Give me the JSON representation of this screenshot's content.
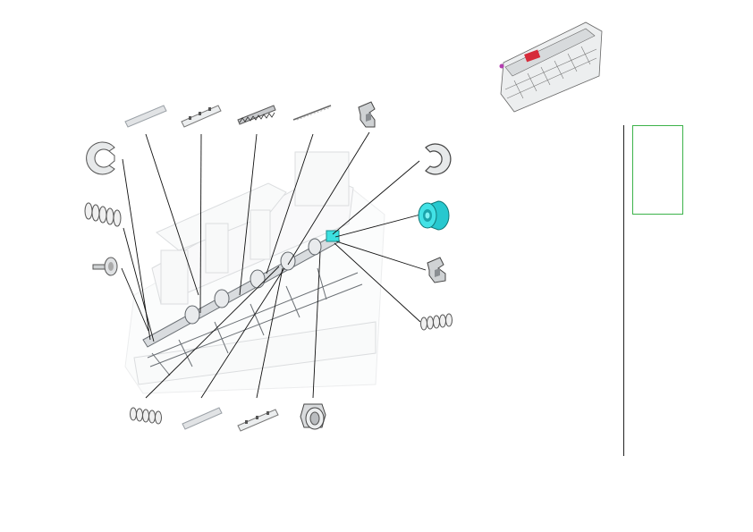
{
  "diagram": {
    "kind": "exploded-parts-view",
    "highlight_color": "#3ce0e0",
    "selection_color": "#3cb34a",
    "selected_part_color": "#f2a526",
    "accent_red": "#d62b3a",
    "parts": [
      {
        "id": "e-ring-left",
        "icon": "e-ring-icon"
      },
      {
        "id": "spring-left-upper",
        "icon": "spring-icon"
      },
      {
        "id": "pin-left",
        "icon": "pin-icon"
      },
      {
        "id": "shaft-long",
        "icon": "shaft-icon"
      },
      {
        "id": "bracket-notched-top",
        "icon": "bracket-icon"
      },
      {
        "id": "spring-long",
        "icon": "spring-icon"
      },
      {
        "id": "wire-thin",
        "icon": "wire-icon"
      },
      {
        "id": "clip-top",
        "icon": "clip-icon"
      },
      {
        "id": "e-ring-right",
        "icon": "e-ring-icon"
      },
      {
        "id": "roller-highlighted",
        "icon": "roller-icon"
      },
      {
        "id": "clip-right",
        "icon": "clip-icon"
      },
      {
        "id": "spring-right",
        "icon": "spring-icon"
      },
      {
        "id": "spring-bottom",
        "icon": "spring-icon"
      },
      {
        "id": "shaft-bottom",
        "icon": "shaft-icon"
      },
      {
        "id": "bracket-notched-bottom",
        "icon": "bracket-icon"
      },
      {
        "id": "bushing-bottom",
        "icon": "bushing-icon"
      }
    ]
  }
}
